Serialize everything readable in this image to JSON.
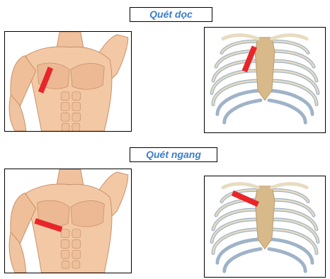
{
  "sections": [
    {
      "label": "Quét dọc",
      "torso_image": {
        "icon": "torso-muscle-illustration",
        "probe": "vertical-probe-marker"
      },
      "ribcage_image": {
        "icon": "ribcage-illustration",
        "probe": "vertical-probe-marker"
      }
    },
    {
      "label": "Quét ngang",
      "torso_image": {
        "icon": "torso-muscle-illustration",
        "probe": "horizontal-probe-marker"
      },
      "ribcage_image": {
        "icon": "ribcage-illustration",
        "probe": "horizontal-probe-marker"
      }
    }
  ],
  "colors": {
    "label_text": "#3c7ec9",
    "probe": "#e8262a",
    "skin": "#f3c9a5",
    "skin_shade": "#d99e78",
    "bone": "#e8dcc0",
    "bone_shade": "#9fb3c8",
    "cartilage": "#d8b98a"
  }
}
